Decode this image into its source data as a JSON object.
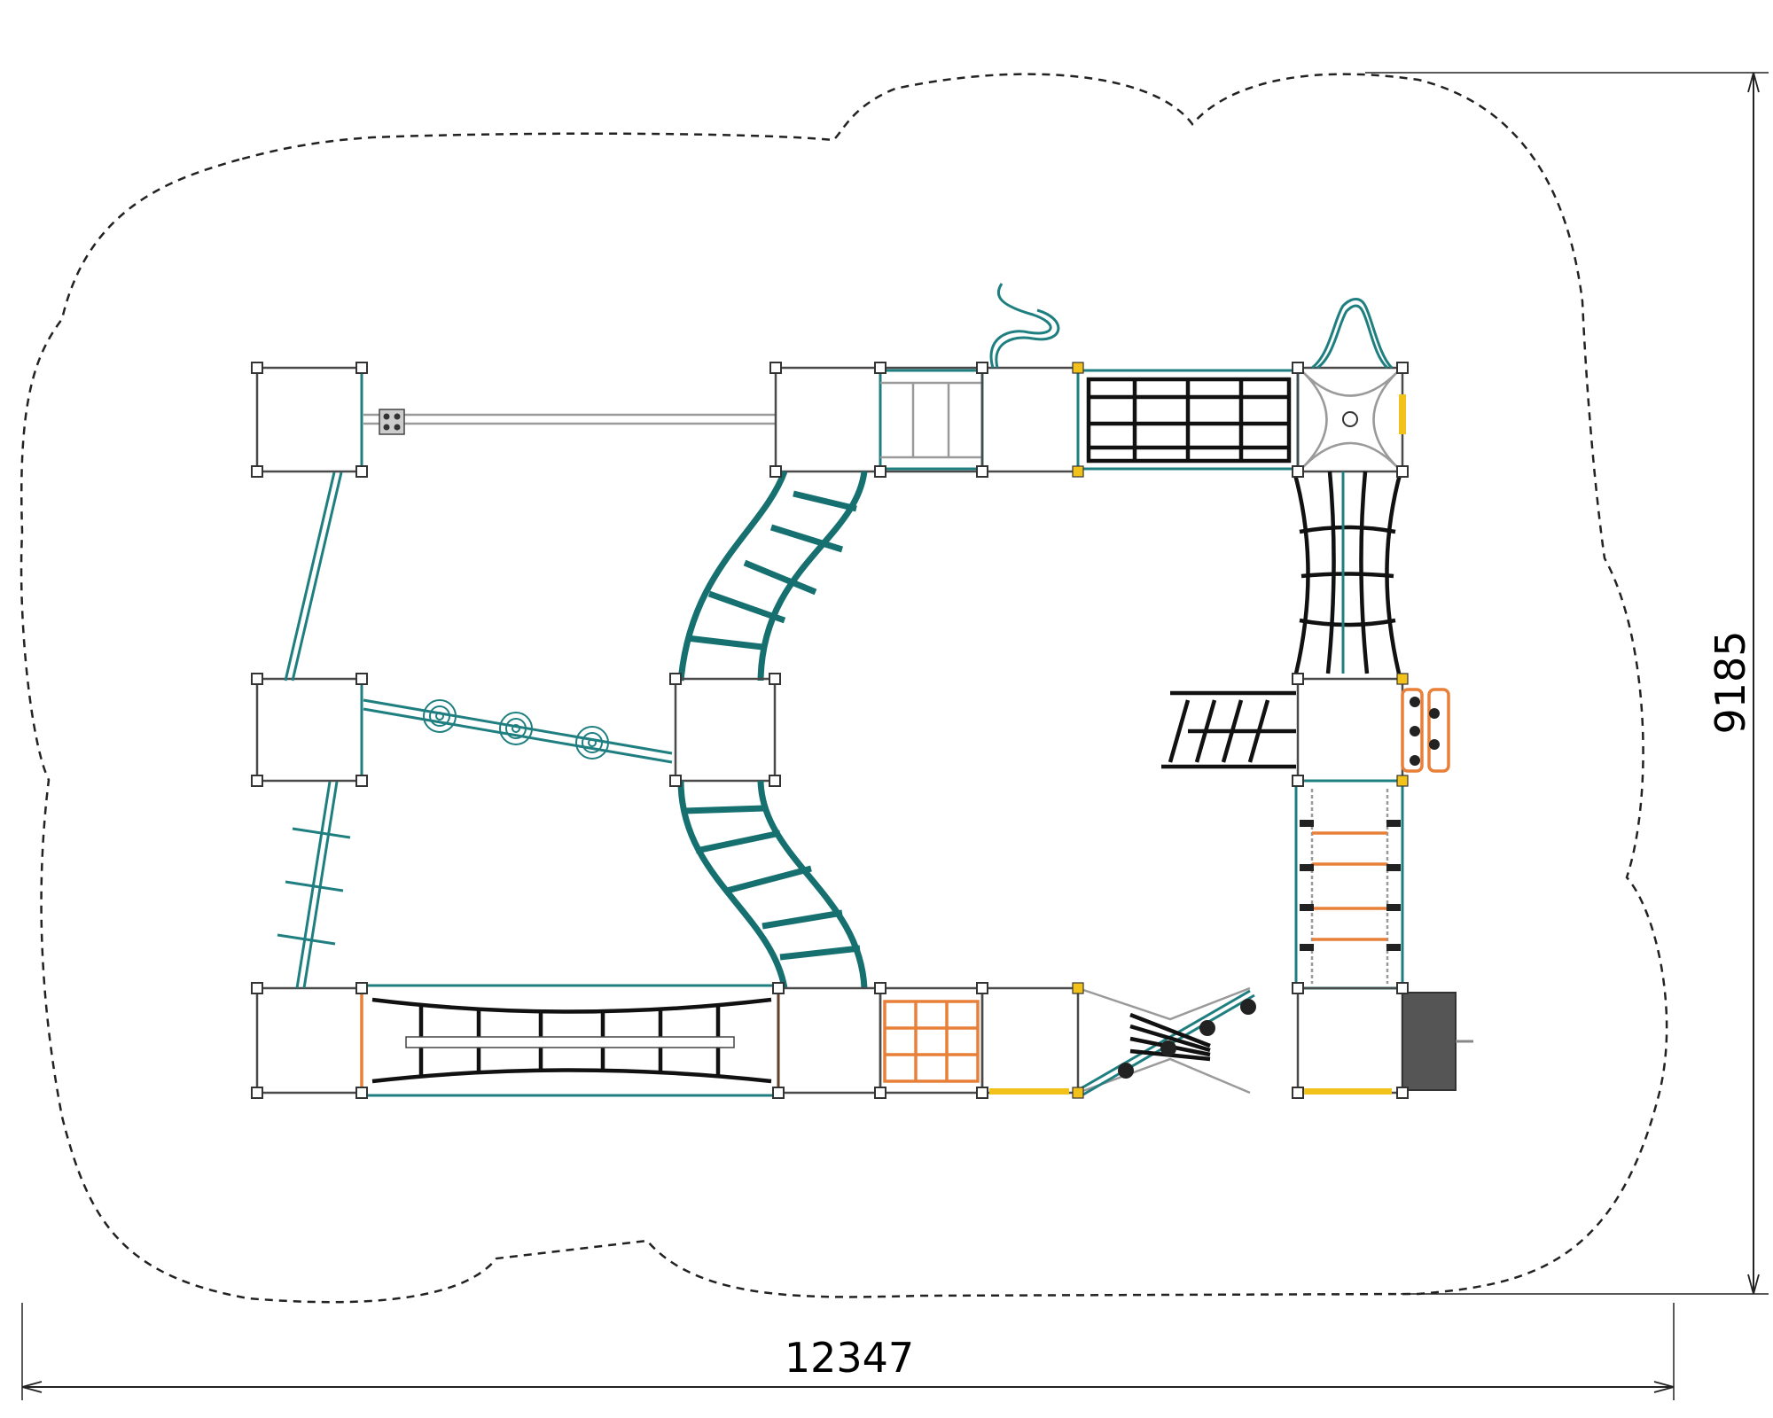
{
  "dimensions": {
    "width_label": "12347",
    "height_label": "9185"
  },
  "colors": {
    "frame_teal": "#1f7f80",
    "net_black": "#111111",
    "accent_orange": "#e9803a",
    "accent_yellow": "#f2c21b",
    "safety_zone": "#222222"
  },
  "icons": [
    "safety-zone-outline",
    "dimension-arrow-horizontal",
    "dimension-arrow-vertical"
  ]
}
